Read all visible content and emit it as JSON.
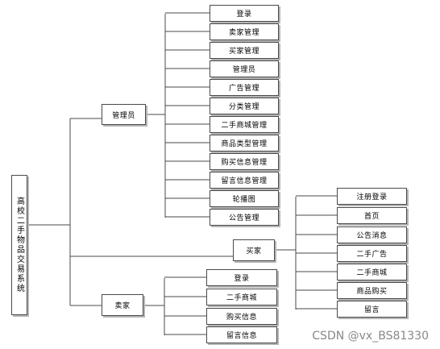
{
  "root": {
    "label": "高校二手物品交易系统"
  },
  "admin": {
    "label": "管理员",
    "items": [
      "登录",
      "卖家管理",
      "买家管理",
      "管理员",
      "广告管理",
      "分类管理",
      "二手商城管理",
      "商品类型管理",
      "购买信息管理",
      "留言信息管理",
      "轮播图",
      "公告管理"
    ]
  },
  "buyer": {
    "label": "买家",
    "items": [
      "注册登录",
      "首页",
      "公告消息",
      "二手广告",
      "二手商城",
      "商品购买",
      "留言"
    ]
  },
  "seller": {
    "label": "卖家",
    "items": [
      "登录",
      "二手商城",
      "购买信息",
      "留言信息"
    ]
  },
  "watermark": "CSDN @vx_BS81330",
  "colors": {
    "line": "#4a4a4a",
    "shadow": "#b5b5b5"
  }
}
